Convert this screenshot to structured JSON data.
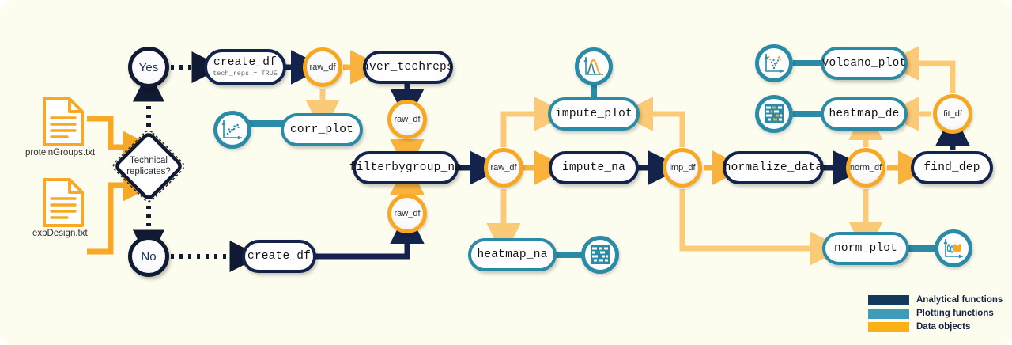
{
  "palette": {
    "background": "#fdfdef",
    "analytical": "#14234b",
    "plotting": "#2b8ba6",
    "data_object": "#f7a823",
    "data_object_arrow": "#fbca78",
    "file_icon": "#f9a825"
  },
  "inputs": [
    {
      "id": "proteinGroups",
      "label": "proteinGroups.txt"
    },
    {
      "id": "expDesign",
      "label": "expDesign.txt"
    }
  ],
  "decision": {
    "line1": "Technical",
    "line2": "replicates?",
    "yes": "Yes",
    "no": "No"
  },
  "nodes": {
    "create_df_tech": {
      "label": "create_df",
      "sub": "tech_reps = TRUE",
      "kind": "analytical"
    },
    "create_df_plain": {
      "label": "create_df",
      "kind": "analytical"
    },
    "aver_techreps": {
      "label": "aver_techreps",
      "kind": "analytical"
    },
    "filterbygroup_na": {
      "label": "filterbygroup_na",
      "kind": "analytical"
    },
    "impute_na": {
      "label": "impute_na",
      "kind": "analytical"
    },
    "normalize_data": {
      "label": "normalize_data",
      "kind": "analytical"
    },
    "find_dep": {
      "label": "find_dep",
      "kind": "analytical"
    },
    "corr_plot": {
      "label": "corr_plot",
      "kind": "plotting",
      "icon": "scatter-trend-icon"
    },
    "impute_plot": {
      "label": "impute_plot",
      "kind": "plotting",
      "icon": "density-curve-icon"
    },
    "heatmap_na": {
      "label": "heatmap_na",
      "kind": "plotting",
      "icon": "heatmap-grid-icon"
    },
    "volcano_plot": {
      "label": "volcano_plot",
      "kind": "plotting",
      "icon": "volcano-scatter-icon"
    },
    "heatmap_de": {
      "label": "heatmap_de",
      "kind": "plotting",
      "icon": "heatmap-grid-icon"
    },
    "norm_plot": {
      "label": "norm_plot",
      "kind": "plotting",
      "icon": "boxplot-icon"
    }
  },
  "data_objects": {
    "raw_df_1": {
      "label": "raw_df"
    },
    "raw_df_2": {
      "label": "raw_df"
    },
    "raw_df_3": {
      "label": "raw_df"
    },
    "raw_df_4": {
      "label": "raw_df"
    },
    "imp_df": {
      "label": "imp_df"
    },
    "norm_df": {
      "label": "norm_df"
    },
    "fit_df": {
      "label": "fit_df"
    }
  },
  "legend": {
    "items": [
      {
        "label": "Analytical functions",
        "color": "#15395e"
      },
      {
        "label": "Plotting functions",
        "color": "#3e9cb9"
      },
      {
        "label": "Data objects",
        "color": "#fcb017"
      }
    ]
  }
}
